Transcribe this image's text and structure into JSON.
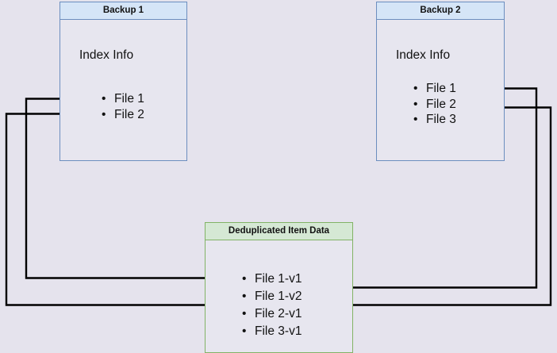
{
  "diagram": {
    "title_semantic": "backup-deduplication-diagram",
    "background_color": "#e5e3ed",
    "colors": {
      "blue_border": "#6c8ebf",
      "blue_header_fill": "#d5e5f7",
      "green_border": "#82b366",
      "green_header_fill": "#d5e8d4",
      "box_body_fill": "#e7e6ef",
      "connector": "#000000",
      "text": "#111111"
    }
  },
  "backup1": {
    "header": "Backup 1",
    "index_label": "Index Info",
    "files": [
      {
        "label": "File 1"
      },
      {
        "label": "File 2"
      }
    ]
  },
  "backup2": {
    "header": "Backup 2",
    "index_label": "Index Info",
    "files": [
      {
        "label": "File 1"
      },
      {
        "label": "File 2"
      },
      {
        "label": "File 3"
      }
    ]
  },
  "dedup": {
    "header": "Deduplicated Item Data",
    "items": [
      {
        "label": "File 1-v1"
      },
      {
        "label": "File 1-v2"
      },
      {
        "label": "File 2-v1"
      },
      {
        "label": "File 3-v1"
      }
    ]
  },
  "connectors": [
    {
      "name": "backup1-file1-to-file1v1",
      "from": "Backup 1 / File 1",
      "to": "Deduplicated Item Data / File 1-v1",
      "direction": "left-route"
    },
    {
      "name": "backup1-file2-to-file2v1",
      "from": "Backup 1 / File 2",
      "to": "Deduplicated Item Data / File 2-v1",
      "direction": "left-route"
    },
    {
      "name": "backup2-file1-to-file1v2",
      "from": "Backup 2 / File 1",
      "to": "Deduplicated Item Data / File 1-v2",
      "direction": "right-route"
    },
    {
      "name": "backup2-file2-to-file2v1",
      "from": "Backup 2 / File 2",
      "to": "Deduplicated Item Data / File 2-v1",
      "direction": "right-route"
    }
  ]
}
